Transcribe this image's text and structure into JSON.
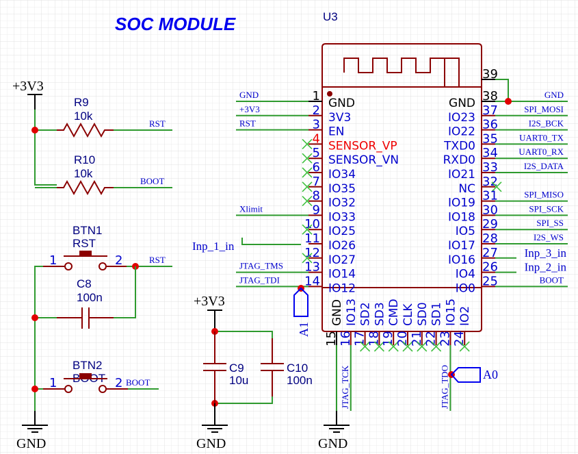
{
  "title": "SOC MODULE",
  "module": {
    "ref": "U3",
    "left_pins": [
      {
        "num": "1",
        "name": "GND",
        "net": "GND",
        "color": "black",
        "connected": true
      },
      {
        "num": "2",
        "name": "3V3",
        "net": "+3V3",
        "color": "blue",
        "connected": true
      },
      {
        "num": "3",
        "name": "EN",
        "net": "RST",
        "color": "blue",
        "connected": true
      },
      {
        "num": "4",
        "name": "SENSOR_VP",
        "net": "",
        "color": "red",
        "connected": false
      },
      {
        "num": "5",
        "name": "SENSOR_VN",
        "net": "",
        "color": "blue",
        "connected": false
      },
      {
        "num": "6",
        "name": "IO34",
        "net": "",
        "color": "blue",
        "connected": false
      },
      {
        "num": "7",
        "name": "IO35",
        "net": "",
        "color": "blue",
        "connected": false
      },
      {
        "num": "8",
        "name": "IO32",
        "net": "",
        "color": "blue",
        "connected": false
      },
      {
        "num": "9",
        "name": "IO33",
        "net": "Xlimit",
        "color": "blue",
        "connected": true
      },
      {
        "num": "10",
        "name": "IO25",
        "net": "",
        "color": "blue",
        "connected": false
      },
      {
        "num": "11",
        "name": "IO26",
        "net": "Inp_1_in",
        "color": "blue",
        "connected": true
      },
      {
        "num": "12",
        "name": "IO27",
        "net": "",
        "color": "blue",
        "connected": false
      },
      {
        "num": "13",
        "name": "IO14",
        "net": "JTAG_TMS",
        "color": "blue",
        "connected": true
      },
      {
        "num": "14",
        "name": "IO12",
        "net": "JTAG_TDI",
        "color": "blue",
        "connected": true
      }
    ],
    "right_pins": [
      {
        "num": "39",
        "name": "",
        "net": "",
        "color": "black",
        "connected": true
      },
      {
        "num": "38",
        "name": "GND",
        "net": "GND",
        "color": "black",
        "connected": true
      },
      {
        "num": "37",
        "name": "IO23",
        "net": "SPI_MOSI",
        "color": "blue",
        "connected": true
      },
      {
        "num": "36",
        "name": "IO22",
        "net": "I2S_BCK",
        "color": "blue",
        "connected": true
      },
      {
        "num": "35",
        "name": "TXD0",
        "net": "UART0_TX",
        "color": "blue",
        "connected": true
      },
      {
        "num": "34",
        "name": "RXD0",
        "net": "UART0_RX",
        "color": "blue",
        "connected": true
      },
      {
        "num": "33",
        "name": "IO21",
        "net": "I2S_DATA",
        "color": "blue",
        "connected": true
      },
      {
        "num": "32",
        "name": "NC",
        "net": "",
        "color": "blue",
        "connected": false
      },
      {
        "num": "31",
        "name": "IO19",
        "net": "SPI_MISO",
        "color": "blue",
        "connected": true
      },
      {
        "num": "30",
        "name": "IO18",
        "net": "SPI_SCK",
        "color": "blue",
        "connected": true
      },
      {
        "num": "29",
        "name": "IO5",
        "net": "SPI_SS",
        "color": "blue",
        "connected": true
      },
      {
        "num": "28",
        "name": "IO17",
        "net": "I2S_WS",
        "color": "blue",
        "connected": true
      },
      {
        "num": "27",
        "name": "IO16",
        "net": "Inp_3_in",
        "color": "blue",
        "connected": true
      },
      {
        "num": "26",
        "name": "IO4",
        "net": "Inp_2_in",
        "color": "blue",
        "connected": true
      },
      {
        "num": "25",
        "name": "IO0",
        "net": "BOOT",
        "color": "blue",
        "connected": true
      }
    ],
    "bottom_pins": [
      {
        "num": "15",
        "name": "GND",
        "net": "GND",
        "color": "black",
        "connected": true
      },
      {
        "num": "16",
        "name": "IO13",
        "net": "JTAG_TCK",
        "color": "blue",
        "connected": true
      },
      {
        "num": "17",
        "name": "SD2",
        "net": "",
        "color": "blue",
        "connected": false
      },
      {
        "num": "18",
        "name": "SD3",
        "net": "",
        "color": "blue",
        "connected": false
      },
      {
        "num": "19",
        "name": "CMD",
        "net": "",
        "color": "blue",
        "connected": false
      },
      {
        "num": "20",
        "name": "CLK",
        "net": "",
        "color": "blue",
        "connected": false
      },
      {
        "num": "21",
        "name": "SD0",
        "net": "",
        "color": "blue",
        "connected": false
      },
      {
        "num": "22",
        "name": "SD1",
        "net": "",
        "color": "blue",
        "connected": false
      },
      {
        "num": "23",
        "name": "IO15",
        "net": "JTAG_TDO",
        "color": "blue",
        "connected": true
      },
      {
        "num": "24",
        "name": "IO2",
        "net": "",
        "color": "blue",
        "connected": false
      }
    ]
  },
  "resistors": [
    {
      "ref": "R9",
      "value": "10k",
      "net": "RST"
    },
    {
      "ref": "R10",
      "value": "10k",
      "net": "BOOT"
    }
  ],
  "buttons": [
    {
      "ref": "BTN1",
      "value": "RST",
      "pin1": "1",
      "pin2": "2",
      "net": "RST"
    },
    {
      "ref": "BTN2",
      "value": "BOOT",
      "pin1": "1",
      "pin2": "2",
      "net": "BOOT"
    }
  ],
  "capacitors": [
    {
      "ref": "C8",
      "value": "100n"
    },
    {
      "ref": "C9",
      "value": "10u"
    },
    {
      "ref": "C10",
      "value": "100n"
    }
  ],
  "power": {
    "vcc_label": "+3V3",
    "gnd_label": "GND"
  },
  "probes": [
    {
      "label": "A1"
    },
    {
      "label": "A0"
    }
  ],
  "colors": {
    "wire": "#2e9a2e",
    "component": "#8b0000",
    "junction": "#e00000",
    "net_label": "#0000cc",
    "title": "#0000ee",
    "no_connect": "#40c040"
  }
}
